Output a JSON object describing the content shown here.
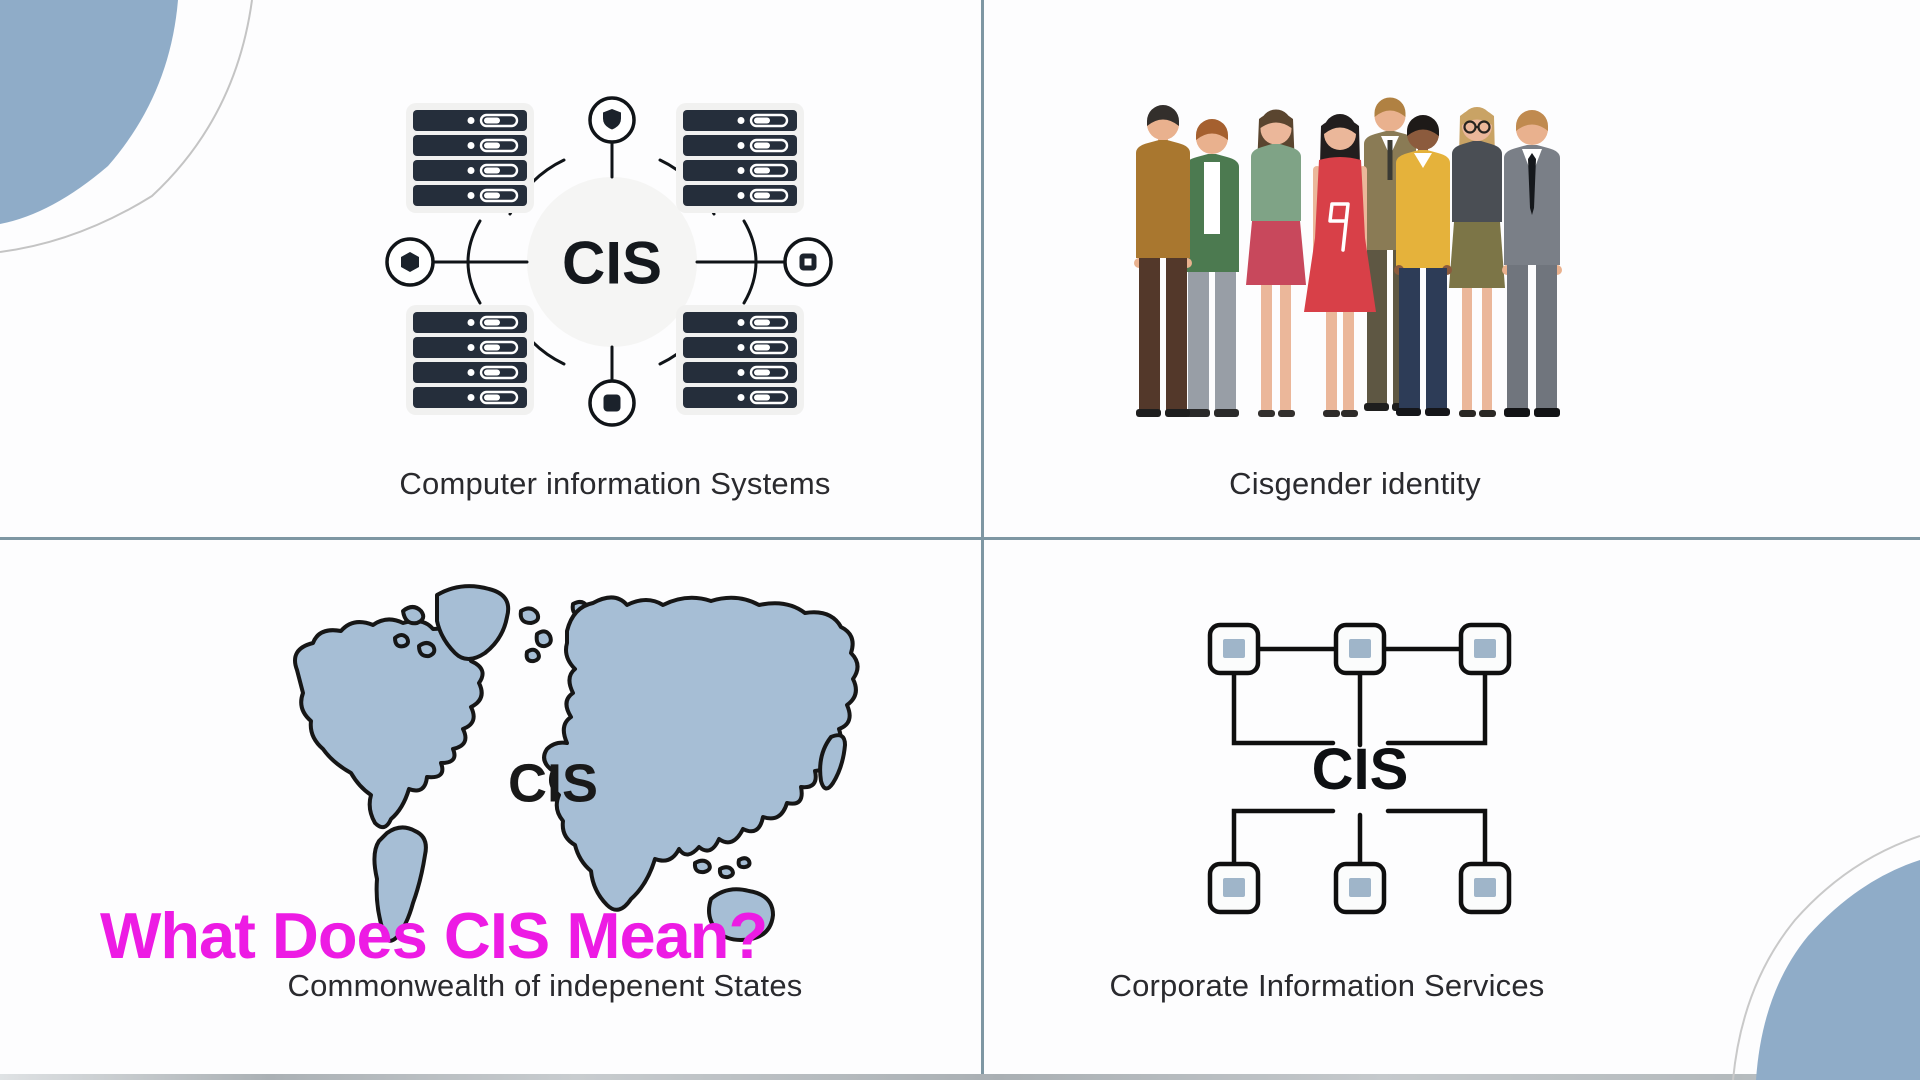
{
  "title": {
    "text": "What Does CIS Mean?"
  },
  "quadrants": {
    "computer_information_systems": {
      "acronym": "CIS",
      "caption": "Computer information Systems"
    },
    "cisgender_identity": {
      "caption": "Cisgender identity"
    },
    "commonwealth_of_independent_states": {
      "acronym": "CIS",
      "caption": "Commonwealth of indepenent States"
    },
    "corporate_information_services": {
      "acronym": "CIS",
      "caption": "Corporate Information Services"
    }
  },
  "icons": {
    "top_left": "server-network-hub-icon",
    "top_right": "people-group-icon",
    "bottom_left": "world-map-icon",
    "bottom_right": "network-nodes-icon",
    "corner_decoration": "blue-blob-shape",
    "dress_motif": "numeral-9-glyph"
  },
  "colors": {
    "title_pink": "#ED1BE4",
    "corner_blob_blue": "#8FACC8",
    "divider_slate": "#7E97A3",
    "map_blue": "#A6BED5",
    "server_dark": "#252E3B",
    "node_inner_blue": "#9FB5C9",
    "caption_text": "#2A2A2E",
    "background": "#FDFDFE"
  }
}
